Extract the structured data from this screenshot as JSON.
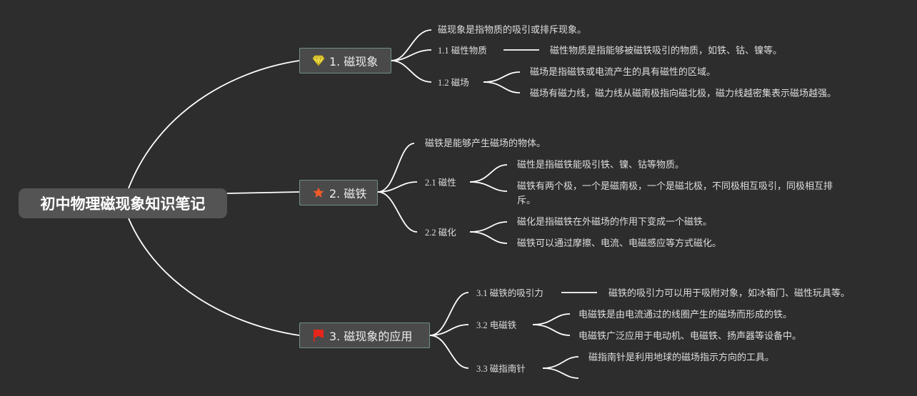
{
  "root": {
    "title": "初中物理磁现象知识笔记"
  },
  "icons": {
    "branch1": "diamond-icon",
    "branch2": "star-icon",
    "branch3": "flag-icon",
    "colors": {
      "diamond": "#f2e14c",
      "star": "#f05a28",
      "flag": "#e8251a"
    }
  },
  "branches": [
    {
      "label": "1. 磁现象",
      "desc": "磁现象是指物质的吸引或排斥现象。",
      "subs": [
        {
          "label": "1.1 磁性物质",
          "items": [
            "磁性物质是指能够被磁铁吸引的物质，如铁、钴、镍等。"
          ]
        },
        {
          "label": "1.2 磁场",
          "items": [
            "磁场是指磁铁或电流产生的具有磁性的区域。",
            "磁场有磁力线，磁力线从磁南极指向磁北极，磁力线越密集表示磁场越强。"
          ]
        }
      ]
    },
    {
      "label": "2. 磁铁",
      "desc": "磁铁是能够产生磁场的物体。",
      "subs": [
        {
          "label": "2.1 磁性",
          "items": [
            "磁性是指磁铁能吸引铁、镍、钴等物质。",
            "磁铁有两个极，一个是磁南极，一个是磁北极，不同极相互吸引，同极相互排",
            "斥。"
          ]
        },
        {
          "label": "2.2 磁化",
          "items": [
            "磁化是指磁铁在外磁场的作用下变成一个磁铁。",
            "磁铁可以通过摩擦、电流、电磁感应等方式磁化。"
          ]
        }
      ]
    },
    {
      "label": "3. 磁现象的应用",
      "subs": [
        {
          "label": "3.1 磁铁的吸引力",
          "items": [
            "磁铁的吸引力可以用于吸附对象，如冰箱门、磁性玩具等。"
          ]
        },
        {
          "label": "3.2 电磁铁",
          "items": [
            "电磁铁是由电流通过的线圈产生的磁场而形成的铁。",
            "电磁铁广泛应用于电动机、电磁铁、扬声器等设备中。"
          ]
        },
        {
          "label": "3.3 磁指南针",
          "items": [
            "磁指南针是利用地球的磁场指示方向的工具。"
          ]
        }
      ]
    }
  ]
}
